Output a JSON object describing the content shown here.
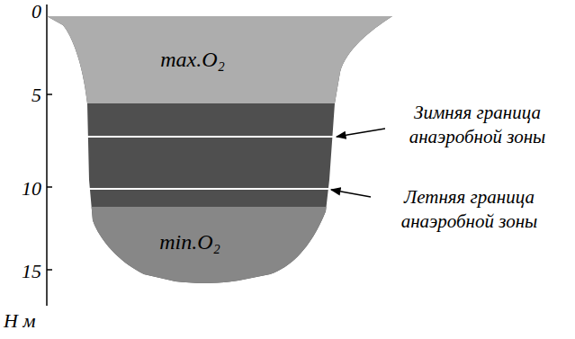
{
  "diagram": {
    "nodes": [
      {
        "text": [
          "max.O₂"
        ]
      },
      {
        "text": [
          "min.O₂"
        ]
      }
    ],
    "labels": [
      "0",
      "5",
      "10",
      "15",
      "Н м",
      "Зимняя граница анаэробной зоны",
      "Летняя граница анаэробной зоны"
    ]
  }
}
